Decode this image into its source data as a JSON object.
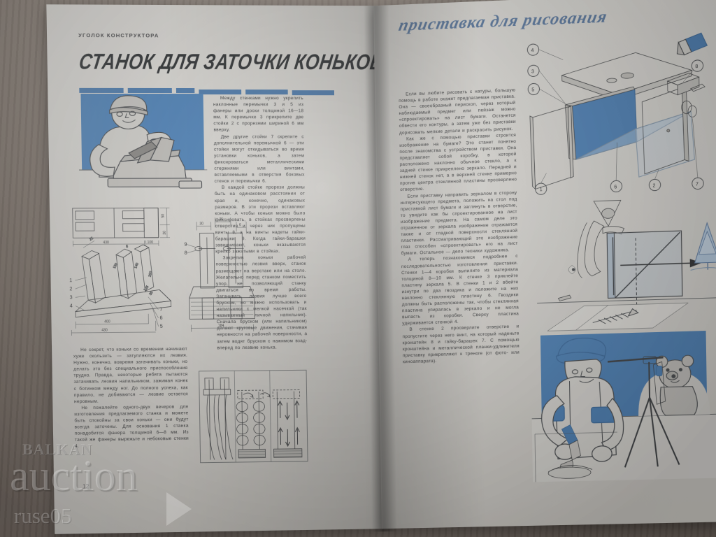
{
  "watermark": {
    "line1": "BALKAN",
    "line2": "auction",
    "line3": "ruse05"
  },
  "left_page": {
    "kicker": "УГОЛОК КОНСТРУКТОРА",
    "headline": "СТАНОК ДЛЯ ЗАТОЧКИ КОНЬКОВ",
    "page_number": "12",
    "column_right": [
      "Между стенками нужно укрепить наклонные перемычки 3 и 5 из фанеры или доски толщиной 16—18 мм. К перемычке 3 прикрепите две стойки 2 с прорезями шириной 6 мм вверху.",
      "Две другие стойки 7 скрепите с дополнительной перемычкой 6 — эти стойки могут откидываться во время установки коньков, а затем фиксироваться металлическими стержнями или винтами, вставляемыми в отверстия боковых стенок и перемычки 6.",
      "В каждой стойке прорези должны быть на одинаковом расстоянии от края и, конечно, одинаковых размеров. В эти прорези вставляют коньки. А чтобы коньки можно было фиксировать, в стойках просверлены отверстия и через них пропущены винты 8, а на винты надеты гайки-барашки 9. Когда гайки-барашки завинчивают, коньки оказываются крепко зажатыми в стойках.",
      "Закрепив коньки рабочей поверхностью лезвия вверх, станок размещают на верстаке или на столе. Желательно перед станком поместить упор, не позволяющий станку двигаться во время работы. Затачивать лезвия лучше всего бруском, но можно использовать и напильники с мелкой насечкой (так называемый личной напильник). Сначала бруском (или напильником) делают круговые движения, стачивая неровности на рабочей поверхности, а затем водят бруском с нажимом взад-вперед по лезвию конька."
    ],
    "column_left": [
      "Не секрет, что коньки со временем начинают хуже скользить — затупляются их лезвия. Нужно, конечно, вовремя затачивать коньки, но делать это без специального приспособления трудно. Правда, некоторые ребята пытаются затачивать лезвия напильником, зажимая конек с ботинком между ног. До полного успеха, как правило, не добиваются — лезвие остается неровным.",
      "Не пожалейте одного-двух вечеров для изготовления предлагаемого станка и можете быть спокойны за свои коньки — они будут всегда заточены. Для основания 1 станка понадобится фанера толщиной 6—8 мм. Из такой же фанеры вырежьте и небоковые стенки 4."
    ],
    "drawing_dimensions": [
      "430",
      "400",
      "184",
      "50",
      "30",
      "25",
      "6",
      "150",
      "140",
      "200",
      "125",
      "35"
    ],
    "drawing_callouts": [
      "1",
      "2",
      "3",
      "4",
      "5",
      "6",
      "7",
      "8",
      "9"
    ],
    "illustration_top_name": "boy-sharpening-skates",
    "illustration_bottom_name": "skate-clamp-detail-diagram"
  },
  "right_page": {
    "headline": "приставка для рисования",
    "column_left": [
      "Если вы любите рисовать с натуры, большую помощь в работе окажет предлагаемая приставка. Она — своеобразный перископ, через который наблюдаемый предмет или пейзаж можно «спроектировать» на лист бумаги. Останется обвести его контуры, а затем уже без приставки дорисовать мелкие детали и раскрасить рисунок.",
      "Как же с помощью приставки строится изображение на бумаге? Это станет понятно после знакомства с устройством приставки. Она представляет собой коробку, в которой расположено наклонно обычное стекло, а к задней стенке прикреплено зеркало. Передней и нижней стенок нет, а в верхней стенке примерно против центра стеклянной пластины просверлено отверстие.",
      "Если приставку направить зеркалом в сторону интересующего предмета, положить на стол под приставкой лист бумаги и заглянуть в отверстие, то увидите как бы спроектированное на лист изображение предмета. На самом деле это отраженное от зеркала изображение отражается также и от гладкой поверхности стеклянной пластинки. Рассматривающий это изображение глаз способен «спроектировать» его на лист бумаги. Остальное — дело техники художника.",
      "А теперь познакомимся подробнее с последовательностью изготовления приставки. Стенки 1—4 коробки выпилите из материала толщиной 8—10 мм. К стенке 3 приклейте пластину зеркала 5. В стенки 1 и 2 вбейте изнутри по два гвоздика и положите на них наклонно стеклянную пластину 6. Гвоздики должны быть расположены так, чтобы стеклянная пластина упиралась в зеркало и не могла выпасть из коробки. Сверху пластина удерживается стенкой 4.",
      "В стенке 2 просверлите отверстие и пропустите через него винт, на который наденьте кронштейн 8 и гайку-барашек 7. С помощью кронштейна и металлической планки-удлинителя приставку прикрепляют к треноге (от фото- или киноаппарата)."
    ],
    "diagram_callouts": [
      "1",
      "2",
      "3",
      "4",
      "5",
      "6",
      "7",
      "8"
    ],
    "illustration_top_name": "exploded-box-assembly-diagram",
    "illustration_middle_name": "periscope-projection-principle",
    "illustration_bottom_name": "artist-with-tripod-and-bear"
  },
  "colors": {
    "accent_blue": "#4e86c0",
    "title_blue": "#5f7fa8",
    "paper": "#e6e3de",
    "ink": "#3b3c3e",
    "desk": "#8b8077"
  }
}
